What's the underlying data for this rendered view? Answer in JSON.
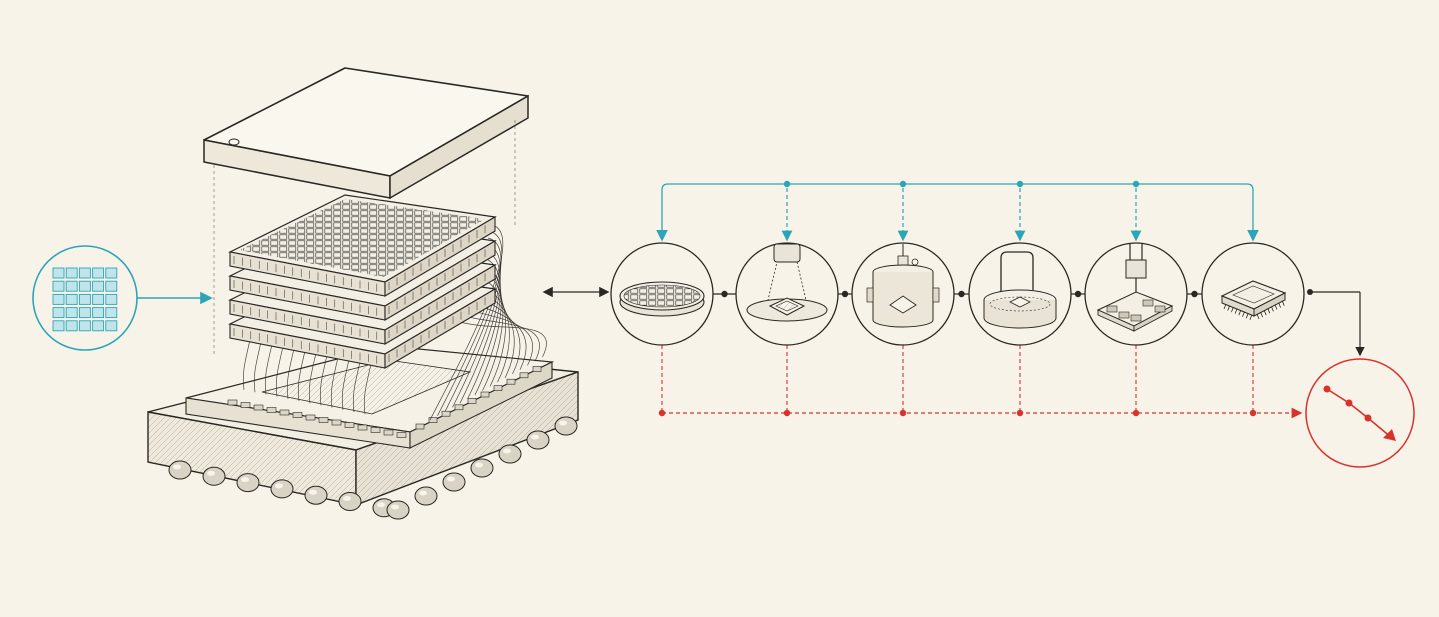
{
  "colors": {
    "background": "#f8f3e8",
    "ink": "#2a2824",
    "ink_light": "#6f6a62",
    "accent_cyan": "#2aa6b8",
    "accent_red": "#d8322b",
    "chip_fill": "#e9e4d8"
  },
  "icons": {
    "inset_grid": "die-grid-icon",
    "steps": [
      "wafer-icon",
      "lithography-icon",
      "deposition-chamber-icon",
      "wet-etch-bath-icon",
      "probe-bonding-icon",
      "packaged-chip-icon"
    ],
    "output": "failure-trend-icon"
  },
  "diagram": {
    "process_step_count": 6,
    "die_stack_layers": 4,
    "inset_grid_rows": 5,
    "inset_grid_cols": 5
  }
}
